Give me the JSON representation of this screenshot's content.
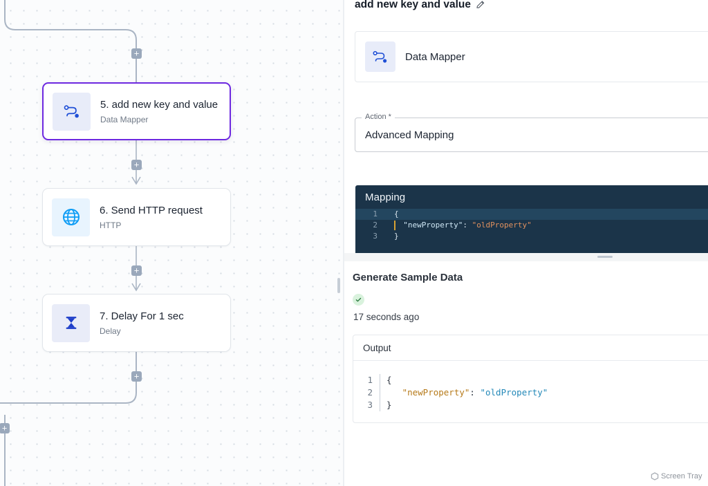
{
  "canvas": {
    "nodes": [
      {
        "step": "5.",
        "title": "5. add new key and value",
        "subtitle": "Data Mapper",
        "icon": "data-mapper-icon",
        "selected": true
      },
      {
        "step": "6.",
        "title": "6. Send HTTP request",
        "subtitle": "HTTP",
        "icon": "globe-icon",
        "selected": false
      },
      {
        "step": "7.",
        "title": "7. Delay For 1 sec",
        "subtitle": "Delay",
        "icon": "hourglass-icon",
        "selected": false
      }
    ],
    "add_button_label": "+",
    "accent_selected": "#6d28e0",
    "connector_color": "#aab5c4"
  },
  "panel": {
    "node_name": "add new key and value",
    "edit_icon": "pencil-icon",
    "app_card": {
      "label": "Data Mapper",
      "icon": "data-mapper-icon"
    },
    "action_field": {
      "label": "Action *",
      "value": "Advanced Mapping"
    },
    "mapping_editor": {
      "title": "Mapping",
      "theme": "dark",
      "background": "#1b3449",
      "active_line": 1,
      "lines": [
        {
          "number": "1",
          "tokens": [
            {
              "text": "{",
              "type": "punct"
            }
          ]
        },
        {
          "number": "2",
          "tokens": [
            {
              "text": "  ",
              "type": "punct"
            },
            {
              "text": "\"newProperty\"",
              "type": "key"
            },
            {
              "text": ": ",
              "type": "punct"
            },
            {
              "text": "\"oldProperty\"",
              "type": "str"
            }
          ]
        },
        {
          "number": "3",
          "tokens": [
            {
              "text": "}",
              "type": "punct"
            }
          ]
        }
      ]
    },
    "generate_sample_data": {
      "title": "Generate Sample Data",
      "status": "success",
      "status_icon": "check-icon",
      "status_color": "#d9f2dd",
      "timestamp": "17 seconds ago",
      "output": {
        "header": "Output",
        "lines": [
          {
            "number": "1",
            "tokens": [
              {
                "text": "{",
                "type": "punct"
              }
            ]
          },
          {
            "number": "2",
            "tokens": [
              {
                "text": "   ",
                "type": "punct"
              },
              {
                "text": "\"newProperty\"",
                "type": "key"
              },
              {
                "text": ": ",
                "type": "punct"
              },
              {
                "text": "\"oldProperty\"",
                "type": "str"
              }
            ]
          },
          {
            "number": "3",
            "tokens": [
              {
                "text": "}",
                "type": "punct"
              }
            ]
          }
        ]
      }
    }
  },
  "watermark": {
    "bold": "Screen",
    "light": "Tray",
    "icon": "cube-logo-icon"
  }
}
